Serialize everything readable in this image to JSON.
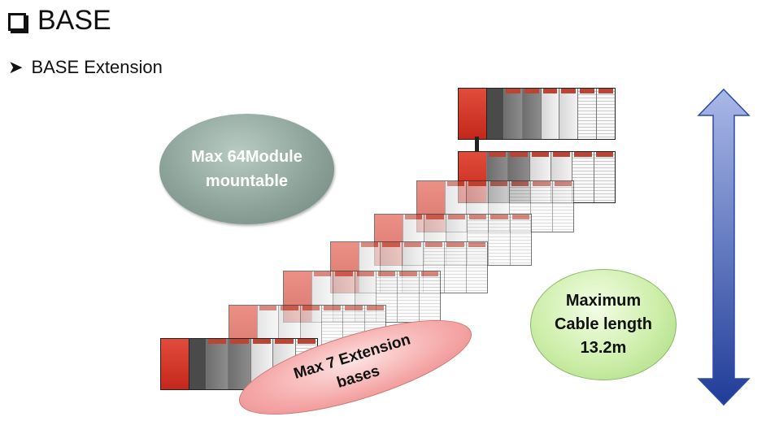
{
  "header": {
    "title": "BASE",
    "subtitle": "BASE Extension"
  },
  "callouts": {
    "modules": {
      "line1": "Max 64Module",
      "line2": "mountable"
    },
    "extension": {
      "line1": "Max 7 Extension",
      "line2": "bases"
    },
    "cable": {
      "line1": "Maximum",
      "line2": "Cable length",
      "line3": "13.2m"
    }
  },
  "colors": {
    "arrow_top": "#aab8e8",
    "arrow_bottom": "#1f3c98",
    "psu": "#d23a2a"
  },
  "icons": {
    "title_bullet": "checkbox-icon",
    "subtitle_bullet": "arrow-right-icon"
  }
}
